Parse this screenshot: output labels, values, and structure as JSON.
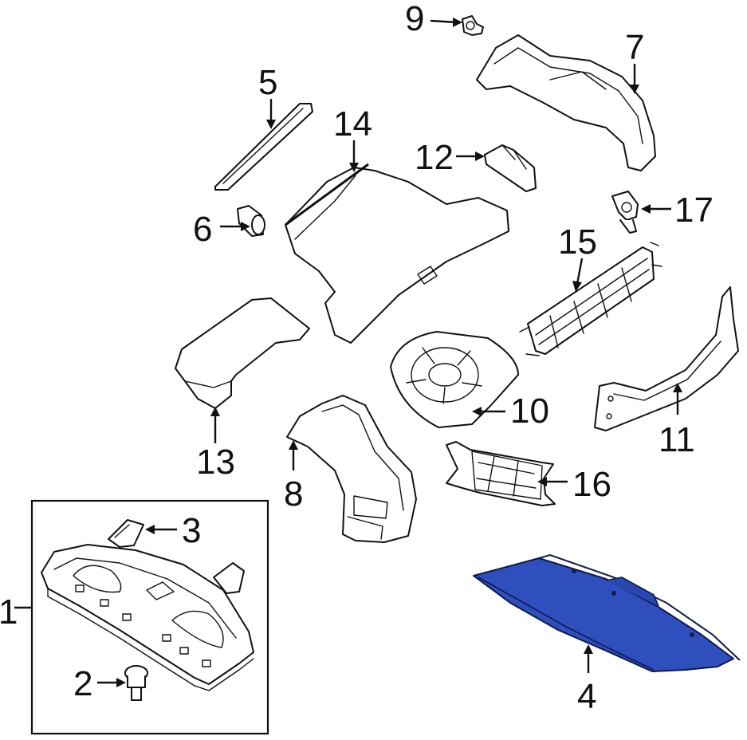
{
  "diagram": {
    "highlight_color": "#2f4fbf",
    "callouts": [
      "1",
      "2",
      "3",
      "4",
      "5",
      "6",
      "7",
      "8",
      "9",
      "10",
      "11",
      "12",
      "13",
      "14",
      "15",
      "16",
      "17"
    ]
  }
}
